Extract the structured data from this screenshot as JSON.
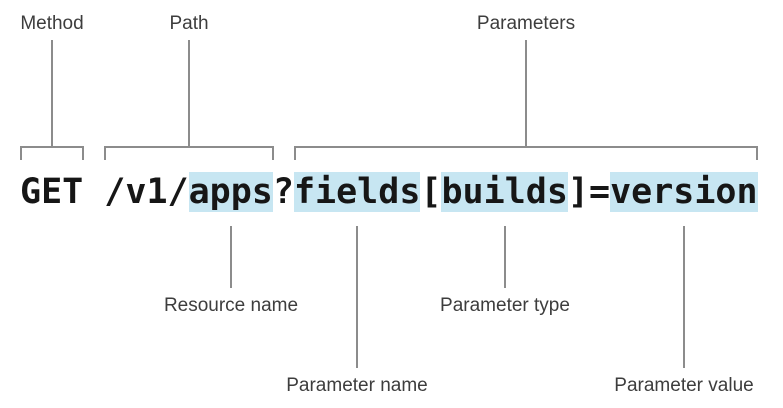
{
  "diagram": {
    "top_labels": [
      {
        "text": "Method"
      },
      {
        "text": "Path"
      },
      {
        "text": "Parameters"
      }
    ],
    "code": {
      "full_text": "GET /v1/apps?fields[builds]=version",
      "segments": [
        {
          "text": "GET ",
          "highlighted": false
        },
        {
          "text": "/v1/",
          "highlighted": false
        },
        {
          "text": "apps",
          "highlighted": true
        },
        {
          "text": "?",
          "highlighted": false
        },
        {
          "text": "fields",
          "highlighted": true
        },
        {
          "text": "[",
          "highlighted": false
        },
        {
          "text": "builds",
          "highlighted": true
        },
        {
          "text": "]=",
          "highlighted": false
        },
        {
          "text": "version",
          "highlighted": true
        }
      ]
    },
    "bottom_labels": [
      {
        "text": "Resource name"
      },
      {
        "text": "Parameter name"
      },
      {
        "text": "Parameter type"
      },
      {
        "text": "Parameter value"
      }
    ]
  },
  "colors": {
    "background": "#ffffff",
    "highlight": "#c7e6f2",
    "line": "#8c8c8c",
    "label_text": "#3d3d3d",
    "code_text": "#161616"
  }
}
